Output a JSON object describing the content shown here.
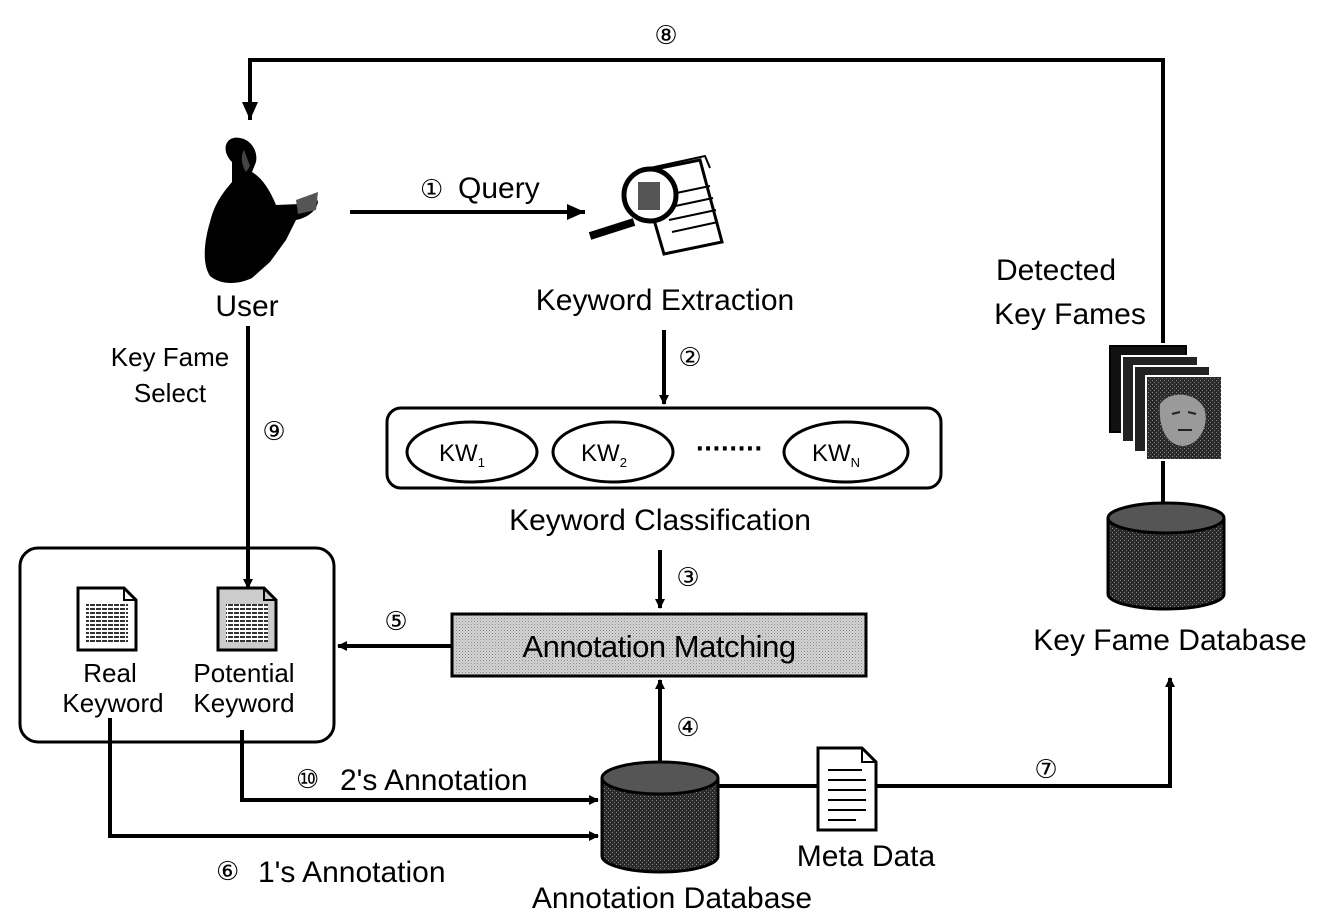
{
  "steps": {
    "s1": "①",
    "s2": "②",
    "s3": "③",
    "s4": "④",
    "s5": "⑤",
    "s6": "⑥",
    "s7": "⑦",
    "s8": "⑧",
    "s9": "⑨",
    "s10": "⑩"
  },
  "labels": {
    "user": "User",
    "query": "Query",
    "keyword_extraction": "Keyword Extraction",
    "detected_key_frames_line1": "Detected",
    "detected_key_frames_line2": "Key Fames",
    "key_frame_select_line1": "Key Fame",
    "key_frame_select_line2": "Select",
    "keyword_classification": "Keyword Classification",
    "annotation_matching": "Annotation Matching",
    "key_frame_database": "Key Fame Database",
    "real_keyword_line1": "Real",
    "real_keyword_line2": "Keyword",
    "potential_keyword_line1": "Potential",
    "potential_keyword_line2": "Keyword",
    "second_annotation": "2's Annotation",
    "first_annotation": "1's Annotation",
    "meta_data": "Meta Data",
    "annotation_database": "Annotation Database"
  },
  "keywords": [
    {
      "base": "KW",
      "sub": "1"
    },
    {
      "base": "KW",
      "sub": "2"
    },
    {
      "base": "KW",
      "sub": "N"
    }
  ],
  "keyword_ellipsis": "········",
  "icons": {
    "user": "user-icon",
    "magnifier": "magnifier-document-icon",
    "film": "film-frames-icon",
    "database": "database-icon",
    "document": "document-icon"
  }
}
